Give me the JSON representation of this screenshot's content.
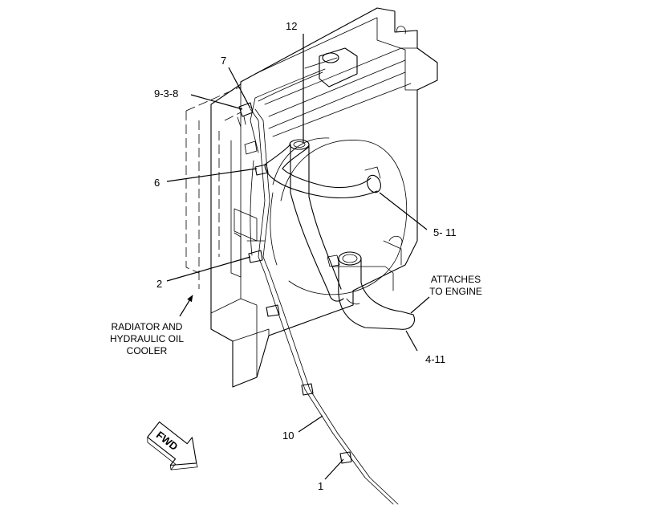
{
  "callouts": {
    "c12": "12",
    "c7": "7",
    "c938": "9-3-8",
    "c6": "6",
    "c511": "5- 11",
    "c2": "2",
    "c411": "4-11",
    "c10": "10",
    "c1": "1"
  },
  "notes": {
    "attaches_line1": "ATTACHES",
    "attaches_line2": "TO ENGINE",
    "radiator_line1": "RADIATOR AND",
    "radiator_line2": "HYDRAULIC OIL",
    "radiator_line3": "COOLER",
    "fwd": "FWD"
  }
}
